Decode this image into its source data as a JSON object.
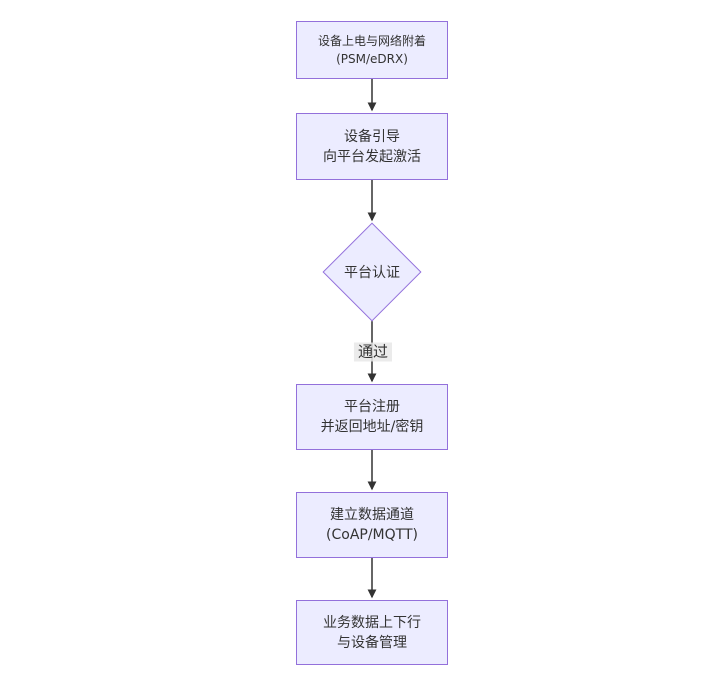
{
  "diagram": {
    "type": "flowchart",
    "direction": "top-down",
    "colors": {
      "background": "#ffffff",
      "node_fill": "#ECECFF",
      "node_border": "#9370DB",
      "text": "#333333",
      "edge_line": "#333333",
      "edge_label_background": "#e8e8e8"
    },
    "nodes": [
      {
        "id": "A",
        "shape": "rect",
        "lines": [
          "设备上电与网络附着",
          "(PSM/eDRX)"
        ]
      },
      {
        "id": "B",
        "shape": "rect",
        "lines": [
          "设备引导",
          "向平台发起激活"
        ]
      },
      {
        "id": "C",
        "shape": "diamond",
        "lines": [
          "平台认证"
        ]
      },
      {
        "id": "D",
        "shape": "rect",
        "lines": [
          "平台注册",
          "并返回地址/密钥"
        ]
      },
      {
        "id": "E",
        "shape": "rect",
        "lines": [
          "建立数据通道",
          "(CoAP/MQTT)"
        ]
      },
      {
        "id": "F",
        "shape": "rect",
        "lines": [
          "业务数据上下行",
          "与设备管理"
        ]
      }
    ],
    "edges": [
      {
        "from": "A",
        "to": "B",
        "label": ""
      },
      {
        "from": "B",
        "to": "C",
        "label": ""
      },
      {
        "from": "C",
        "to": "D",
        "label": "通过"
      },
      {
        "from": "D",
        "to": "E",
        "label": ""
      },
      {
        "from": "E",
        "to": "F",
        "label": ""
      }
    ]
  }
}
